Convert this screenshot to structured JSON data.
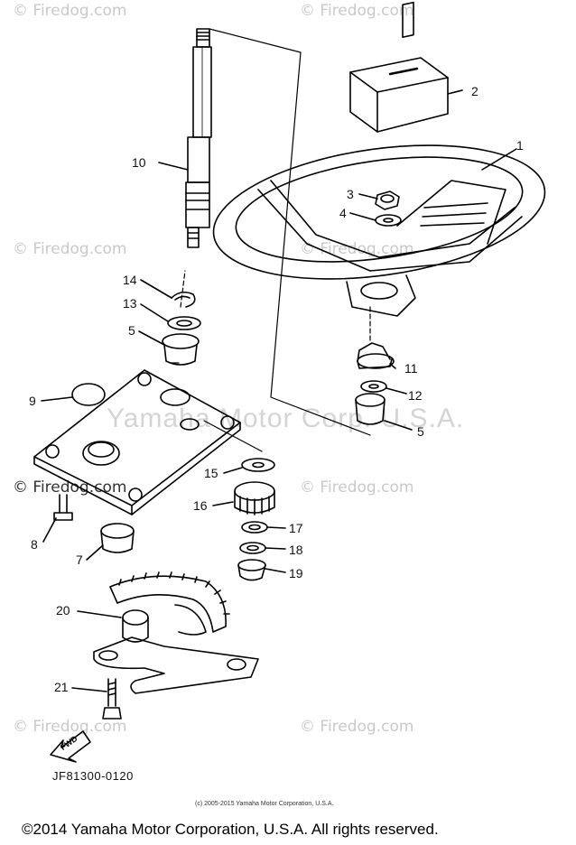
{
  "watermarks": {
    "firedog": "© Firedog.com",
    "center": "Yamaha Motor Corp. U.S.A."
  },
  "callouts": {
    "c1": "1",
    "c2": "2",
    "c3": "3",
    "c4": "4",
    "c5a": "5",
    "c5b": "5",
    "c7": "7",
    "c8": "8",
    "c9": "9",
    "c10": "10",
    "c11": "11",
    "c12": "12",
    "c13": "13",
    "c14": "14",
    "c15": "15",
    "c16": "16",
    "c17": "17",
    "c18": "18",
    "c19": "19",
    "c20": "20",
    "c21": "21"
  },
  "diagram_code": "JF81300-0120",
  "fwd_label": "FWD",
  "fine_print": "(c) 2005-2015 Yamaha Motor Corporation, U.S.A.",
  "copyright": "©2014 Yamaha Motor Corporation, U.S.A. All rights reserved."
}
